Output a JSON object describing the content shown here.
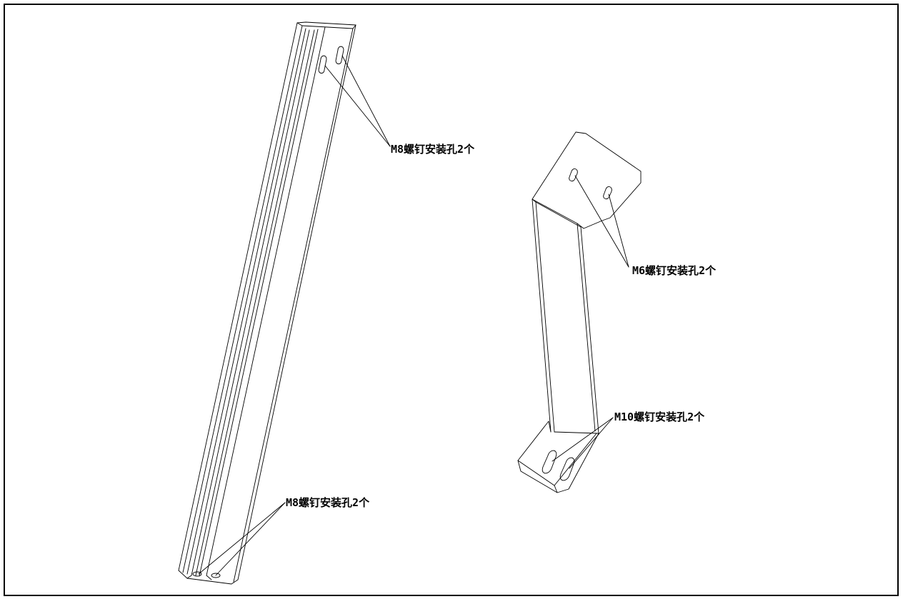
{
  "callouts": {
    "beam_top": "M8螺钉安装孔2个",
    "beam_bottom": "M8螺钉安装孔2个",
    "bracket_top": "M6螺钉安装孔2个",
    "bracket_bottom": "M10螺钉安装孔2个"
  },
  "colors": {
    "line": "#000000",
    "background": "#ffffff"
  }
}
